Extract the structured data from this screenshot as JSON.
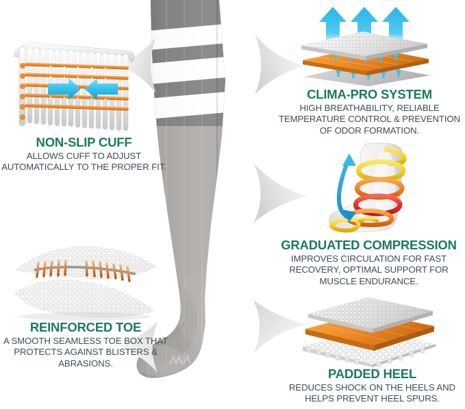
{
  "product": {
    "type": "compression-sock-infographic",
    "sock": {
      "body_color": "#a9a6a4",
      "cuff_color": "#7e7c7b",
      "stripe_color": "#f6f6f5",
      "stripe_count": 3,
      "brand_emboss": ""
    }
  },
  "palette": {
    "heading_green": "#1b7a5e",
    "body_gray": "#3d4c54",
    "accent_orange": "#ef8b24",
    "accent_cyan": "#33c0ee",
    "accent_yellow": "#f6d32b",
    "accent_red": "#e8312a",
    "mesh_white": "#f2f2f2",
    "background": "#ffffff"
  },
  "features": [
    {
      "id": "non-slip-cuff",
      "title": "NON-SLIP CUFF",
      "description": "ALLOWS CUFF TO ADJUST AUTOMATICALLY TO THE PROPER FIT.",
      "desc_line1": "ALLOWS CUFF TO ADJUST AUTOMATICALLY",
      "desc_line2": "TO THE PROPER FIT.",
      "illustration": "cuff-elastic-threads-with-inward-arrows",
      "position": "top-left"
    },
    {
      "id": "clima-pro-system",
      "title": "CLIMA-PRO SYSTEM",
      "description": "HIGH BREATHABILITY, RELIABLE TEMPERATURE CONTROL & PREVENTION OF ODOR FORMATION.",
      "desc_line1": "HIGH BREATHABILITY, RELIABLE TEMPERATURE",
      "desc_line2": "CONTROL & PREVENTION OF ODOR FORMATION.",
      "illustration": "layered-mesh-with-three-upward-airflow-arrows",
      "position": "top-right"
    },
    {
      "id": "graduated-compression",
      "title": "GRADUATED COMPRESSION",
      "description": "IMPROVES CIRCULATION FOR FAST RECOVERY, OPTIMAL SUPPORT FOR MUSCLE ENDURANCE.",
      "desc_line1": "IMPROVES CIRCULATION FOR FAST RECOVERY,",
      "desc_line2": "OPTIMAL SUPPORT FOR MUSCLE ENDURANCE.",
      "illustration": "leg-with-graduated-compression-bands-and-flow-arrow",
      "position": "middle-right"
    },
    {
      "id": "reinforced-toe",
      "title": "REINFORCED TOE",
      "description": "A SMOOTH SEAMLESS TOE BOX THAT PROTECTS AGAINST BLISTERS & ABRASIONS.",
      "desc_line1": "A SMOOTH SEAMLESS TOE BOX THAT PROTECTS",
      "desc_line2": "AGAINST BLISTERS & ABRASIONS.",
      "illustration": "mesh-fabric-with-orange-seam-stitching",
      "position": "bottom-left"
    },
    {
      "id": "padded-heel",
      "title": "PADDED HEEL",
      "description": "REDUCES SHOCK ON THE HEELS AND HELPS PREVENT HEEL SPURS.",
      "desc_line1": "REDUCES SHOCK ON THE HEELS AND HELPS",
      "desc_line2": "PREVENT HEEL SPURS.",
      "illustration": "stacked-cushion-layers-mesh-orange-padding",
      "position": "bottom-right"
    }
  ]
}
